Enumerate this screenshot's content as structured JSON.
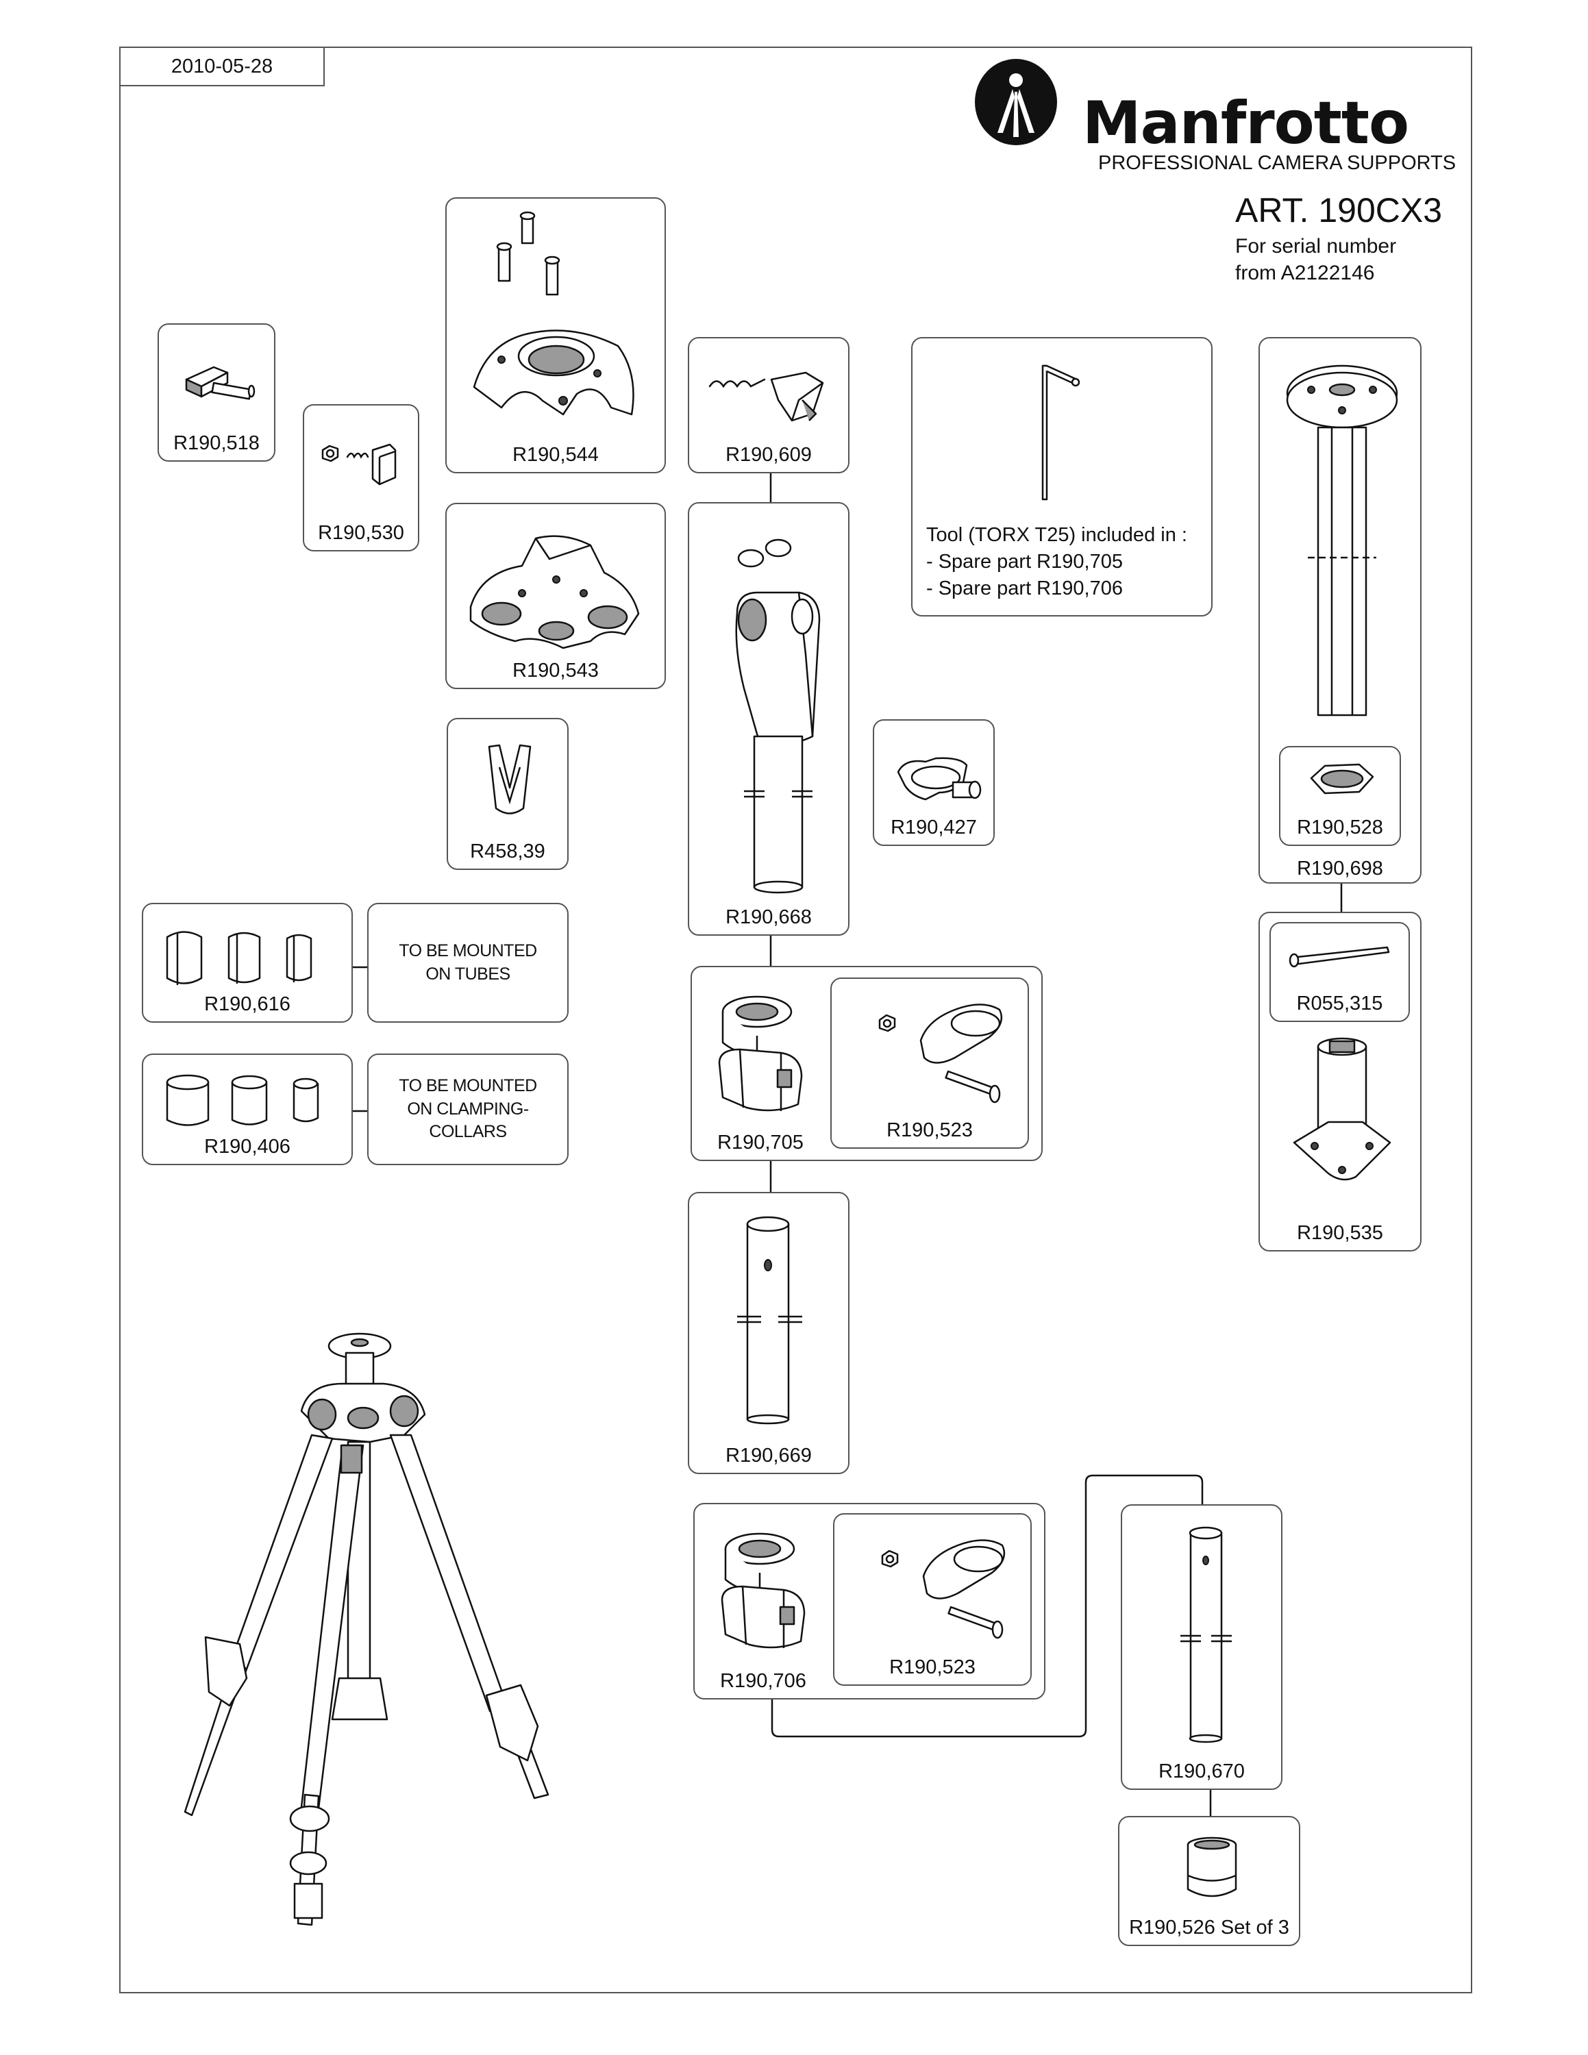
{
  "header": {
    "date": "2010-05-28",
    "brand": "Manfrotto",
    "tagline": "PROFESSIONAL CAMERA SUPPORTS",
    "article": "ART. 190CX3",
    "serial_line1": "For serial number",
    "serial_line2": "from A2122146"
  },
  "parts": {
    "p518": "R190,518",
    "p530": "R190,530",
    "p544": "R190,544",
    "p543": "R190,543",
    "p45839": "R458,39",
    "p609": "R190,609",
    "p668": "R190,668",
    "p427": "R190,427",
    "p698": "R190,698",
    "p528": "R190,528",
    "p616": "R190,616",
    "p406": "R190,406",
    "p705": "R190,705",
    "p523a": "R190,523",
    "p055": "R055,315",
    "p535": "R190,535",
    "p669": "R190,669",
    "p706": "R190,706",
    "p523b": "R190,523",
    "p670": "R190,670",
    "p526": "R190,526 Set of 3"
  },
  "notes": {
    "tubes_line1": "TO BE MOUNTED",
    "tubes_line2": "ON TUBES",
    "collars_line1": "TO BE MOUNTED",
    "collars_line2": "ON CLAMPING-COLLARS"
  },
  "tool": {
    "line1": "Tool (TORX T25) included in :",
    "line2": "- Spare part R190,705",
    "line3": "- Spare part R190,706"
  }
}
